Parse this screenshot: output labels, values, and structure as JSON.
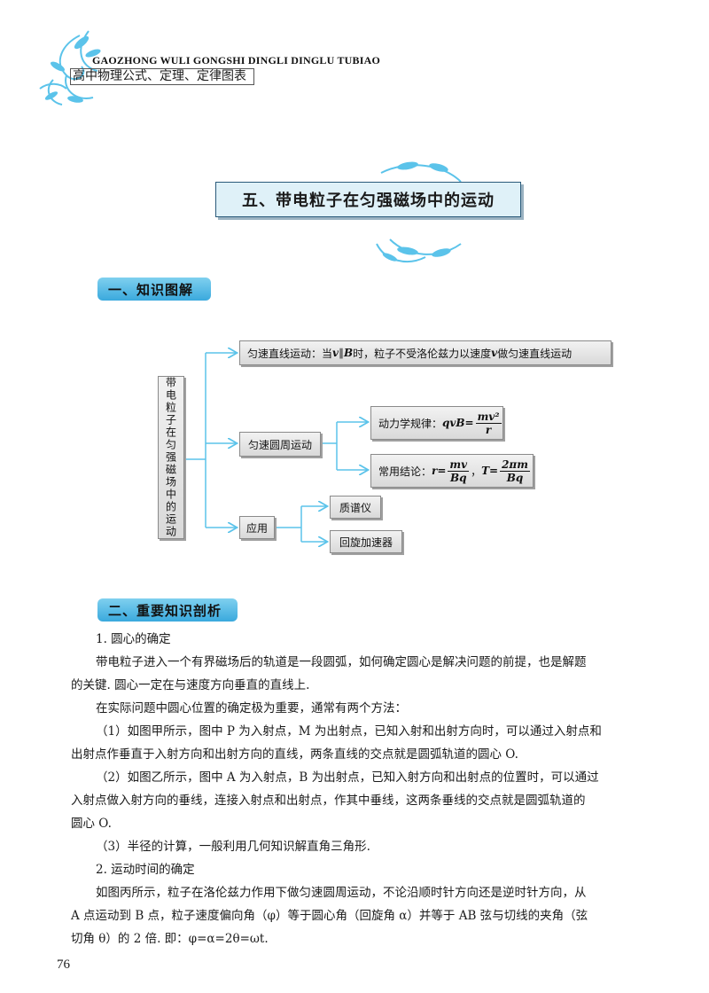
{
  "header": {
    "latin": "GAOZHONG WULI GONGSHI DINGLI DINGLU TUBIAO",
    "chinese": "高中物理公式、定理、定律图表"
  },
  "title": "五、带电粒子在匀强磁场中的运动",
  "sections": {
    "s1": "一、知识图解",
    "s2": "二、重要知识剖析"
  },
  "mindmap": {
    "root": "带电粒子在匀强磁场中的运动",
    "uniform_linear": {
      "pre": "匀速直线运动：当",
      "v": "v",
      "par": "∥",
      "B": "B",
      "post": "时，粒子不受洛伦兹力以速度",
      "v2": "v",
      "post2": "做匀速直线运动"
    },
    "uniform_circular": "匀速圆周运动",
    "dynamics": {
      "label": "动力学规律：",
      "lhs": "qvB=",
      "num": "mv²",
      "den": "r"
    },
    "conclusion": {
      "label": "常用结论：",
      "r": "r=",
      "r_num": "mv",
      "r_den": "Bq",
      "sep": "，",
      "T": "T=",
      "T_num": "2πm",
      "T_den": "Bq"
    },
    "application": "应用",
    "mass_spec": "质谱仪",
    "cyclotron": "回旋加速器"
  },
  "body": {
    "h1": "1. 圆心的确定",
    "p1": "带电粒子进入一个有界磁场后的轨道是一段圆弧，如何确定圆心是解决问题的前提，也是解题",
    "p1b": "的关键. 圆心一定在与速度方向垂直的直线上.",
    "p2": "在实际问题中圆心位置的确定极为重要，通常有两个方法：",
    "p3a": "（1）如图甲所示，图中 P 为入射点，M 为出射点，已知入射和出射方向时，可以通过入射点和",
    "p3b": "出射点作垂直于入射方向和出射方向的直线，两条直线的交点就是圆弧轨道的圆心 O.",
    "p4a": "（2）如图乙所示，图中 A 为入射点，B 为出射点，已知入射方向和出射点的位置时，可以通过",
    "p4b": "入射点做入射方向的垂线，连接入射点和出射点，作其中垂线，这两条垂线的交点就是圆弧轨道的",
    "p4c": "圆心 O.",
    "p5": "（3）半径的计算，一般利用几何知识解直角三角形.",
    "h2": "2. 运动时间的确定",
    "p6a": "如图丙所示，粒子在洛伦兹力作用下做匀速圆周运动，不论沿顺时针方向还是逆时针方向，从",
    "p6b": "A 点运动到 B 点，粒子速度偏向角（φ）等于圆心角（回旋角 α）并等于 AB 弦与切线的夹角（弦",
    "p6c": "切角 θ）的 2 倍. 即：φ=α=2θ=ωt."
  },
  "page_number": "76",
  "colors": {
    "accent": "#3aa9dd",
    "arrow": "#5bc3ea",
    "title_bg": "#dff1f8"
  }
}
